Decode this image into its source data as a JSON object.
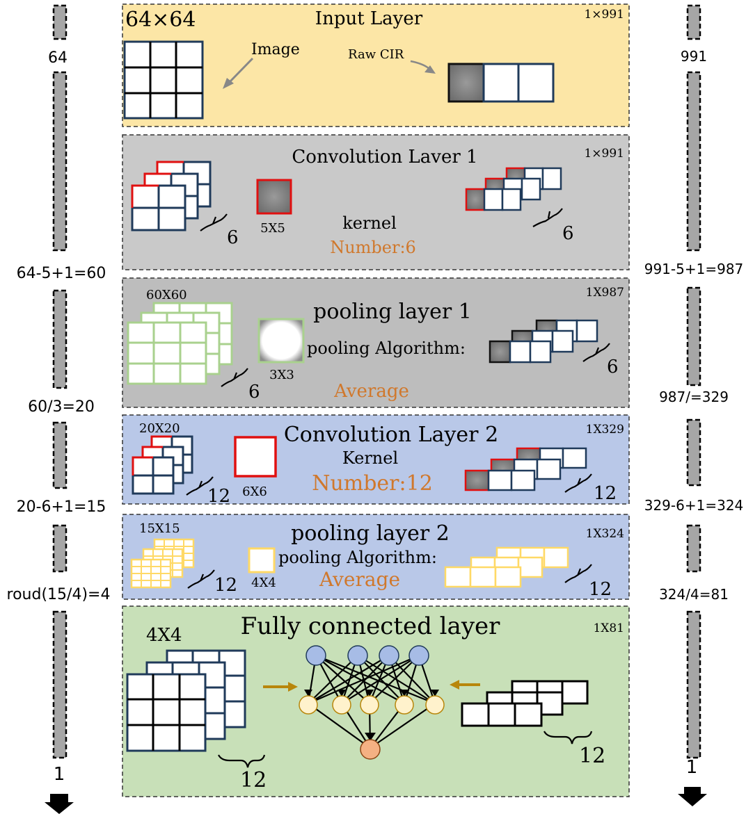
{
  "colors": {
    "input_bg": "#FCE6A6",
    "conv1_bg": "#C9C9C9",
    "pool1_bg": "#BDBDBD",
    "conv2_bg": "#B9C8E8",
    "pool2_bg": "#B9C8E8",
    "fc_bg": "#C8E0B8",
    "navy": "#1F3A5A",
    "red": "#E01010",
    "green_outline": "#A9D18E",
    "yellow_outline": "#FFD966",
    "orange_text": "#D0782C",
    "arrow_gold": "#B8860B",
    "node_blue": "#A7BCE6",
    "node_yellow": "#FFF2CC",
    "node_orange": "#F4B183",
    "bar_fill": "#A6A6A6"
  },
  "left_dims": [
    "64",
    "64-5+1=60",
    "60/3=20",
    "20-6+1=15",
    "roud(15/4)=4",
    "1"
  ],
  "right_dims": [
    "991",
    "991-5+1=987",
    "987/=329",
    "329-6+1=324",
    "324/4=81",
    "1"
  ],
  "input_layer": {
    "title": "Input Layer",
    "size_2d": "64×64",
    "size_1d": "1×991",
    "image_label": "Image",
    "cir_label": "Raw CIR"
  },
  "conv1": {
    "title": "Convolution Laver 1",
    "size_1d": "1×991",
    "kernel_size": "5X5",
    "kernel_label": "kernel",
    "number_label": "Number:6",
    "depth_left": "6",
    "depth_right": "6"
  },
  "pool1": {
    "title": "pooling  layer  1",
    "size_2d": "60X60",
    "size_1d": "1X987",
    "window_size": "3X3",
    "algo_label": "pooling  Algorithm:",
    "algo_value": "Average",
    "depth_left": "6",
    "depth_right": "6"
  },
  "conv2": {
    "title": "Convolution Layer 2",
    "size_2d": "20X20",
    "size_1d": "1X329",
    "kernel_size": "6X6",
    "kernel_label": "Kernel",
    "number_label": "Number:12",
    "depth_left": "12",
    "depth_right": "12"
  },
  "pool2": {
    "title": "pooling  layer  2",
    "size_2d": "15X15",
    "size_1d": "1X324",
    "window_size": "4X4",
    "algo_label": "pooling  Algorithm:",
    "algo_value": "Average",
    "depth_left": "12",
    "depth_right": "12"
  },
  "fc": {
    "title": "Fully connected layer",
    "size_2d": "4X4",
    "size_1d": "1X81",
    "depth_left": "12",
    "depth_right": "12"
  }
}
